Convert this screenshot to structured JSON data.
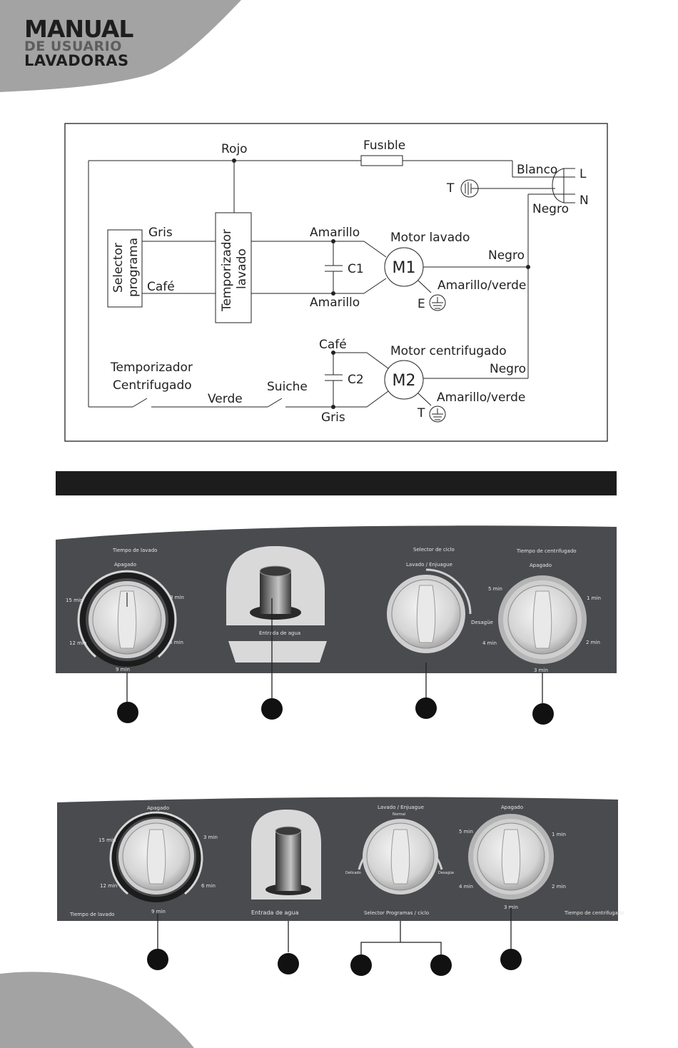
{
  "header": {
    "title_line1": "MANUAL",
    "title_line2": "DE USUARIO",
    "title_line3": "LAVADORAS"
  },
  "wiring_diagram": {
    "rojo": "Rojo",
    "fusible": "Fusıble",
    "blanco": "Blanco",
    "L": "L",
    "N": "N",
    "T_top": "T",
    "negro_top": "Negro",
    "selector_1": "Selector",
    "selector_2": "programa",
    "gris_top": "Gris",
    "cafe_left": "Café",
    "temp_lav_1": "Temporizador",
    "temp_lav_2": "lavado",
    "amarillo_top": "Amarillo",
    "amarillo_bottom": "Amarillo",
    "C1": "C1",
    "motor_lavado": "Motor lavado",
    "M1": "M1",
    "negro_m1": "Negro",
    "amarillo_verde_1": "Amarillo/verde",
    "E": "E",
    "cafe_m2": "Café",
    "motor_centrifugado": "Motor centrifugado",
    "C2": "C2",
    "M2": "M2",
    "negro_m2": "Negro",
    "amarillo_verde_2": "Amarillo/verde",
    "T_bottom": "T",
    "gris_bottom": "Gris",
    "temp_cent_1": "Temporizador",
    "temp_cent_2": "Centrifugado",
    "verde": "Verde",
    "suiche": "Suiche"
  },
  "panel1": {
    "tiempo_lavado": "Tiempo de lavado",
    "apagado_left": "Apagado",
    "t15": "15 min",
    "t3": "3 min",
    "t12": "12 min",
    "t6": "6 min",
    "t9": "9 min",
    "entrada_agua": "Entrada de agua",
    "selector_ciclo": "Selector de ciclo",
    "lavado_enjuague": "Lavado / Enjuague",
    "desague": "Desagüe",
    "tiempo_centrifugado": "Tiempo de centrifugado",
    "apagado_right": "Apagado",
    "c5": "5 min",
    "c1": "1 min",
    "c4": "4 min",
    "c2": "2 min",
    "c3": "3 min"
  },
  "panel2": {
    "apagado_left": "Apagado",
    "t15": "15 min",
    "t3": "3 min",
    "t12": "12 min",
    "t6": "6 min",
    "t9": "9 min",
    "tiempo_lavado": "Tiempo de lavado",
    "entrada_agua": "Entrada de agua",
    "lavado_enjuague": "Lavado / Enjuague",
    "normal": "Normal",
    "delicado": "Delicado",
    "desague": "Desagüe",
    "selector_programas": "Selector Programas / ciclo",
    "apagado_right": "Apagado",
    "c5": "5 min",
    "c1": "1 min",
    "c4": "4 min",
    "c2": "2 min",
    "c3": "3 min",
    "tiempo_centrifugado": "Tiempo de centrifugado"
  },
  "colors": {
    "panel": "#4a4b4f",
    "corner_gray": "#a3a3a3",
    "bar": "#1c1c1c"
  }
}
